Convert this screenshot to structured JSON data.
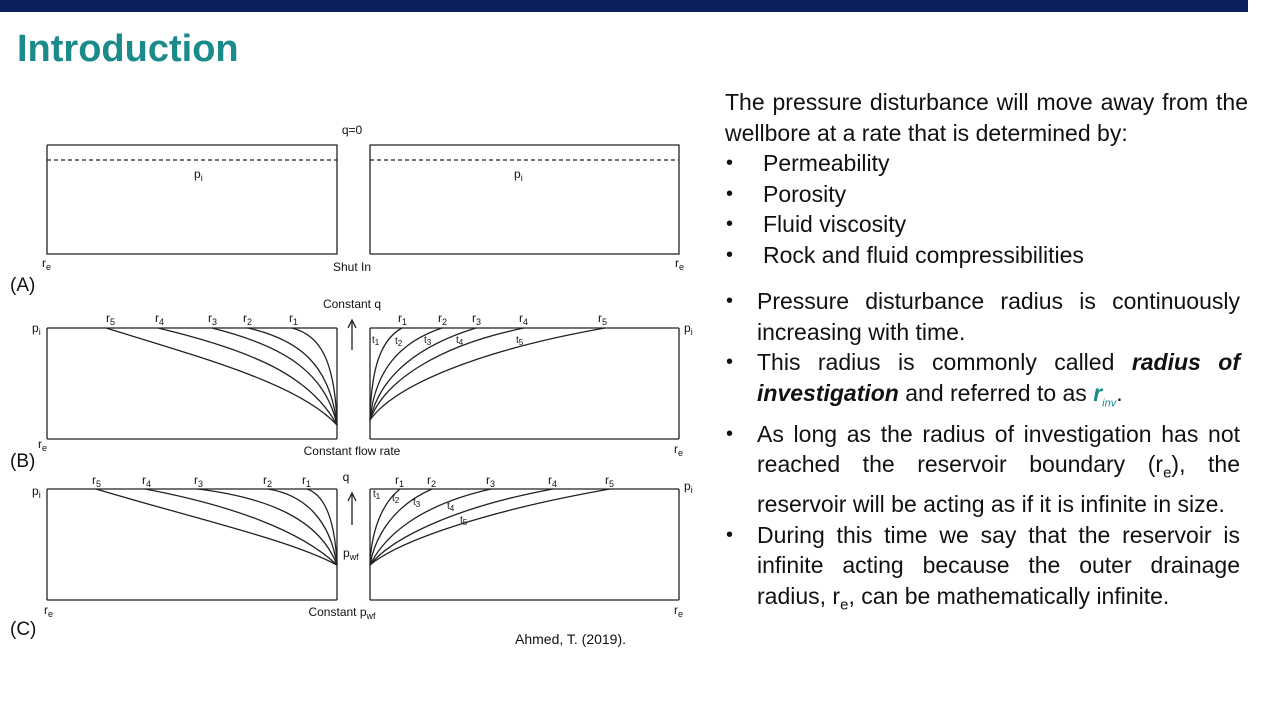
{
  "slide": {
    "title": "Introduction",
    "citation": "Ahmed, T. (2019).",
    "colors": {
      "top_bar": "#0a1f5c",
      "title": "#1a8a8a",
      "keyword": "#1a8a8a"
    }
  },
  "diagram": {
    "panels": [
      {
        "label": "(A)",
        "top_label": "q=0",
        "bottom_label": "Shut In",
        "pressure_label": "p",
        "pressure_sub": "i",
        "boundary": "r",
        "boundary_sub": "e"
      },
      {
        "label": "(B)",
        "top_label": "Constant q",
        "bottom_label": "Constant flow rate",
        "pressure_label": "p",
        "pressure_sub": "i",
        "boundary": "r",
        "boundary_sub": "e",
        "radii": [
          "5",
          "4",
          "3",
          "2",
          "1"
        ],
        "times": [
          "1",
          "2",
          "3",
          "4",
          "5"
        ]
      },
      {
        "label": "(C)",
        "top_label": "q",
        "bottom_label": "Constant p",
        "bottom_sub": "wf",
        "well_label": "p",
        "well_sub": "wf",
        "pressure_label": "p",
        "pressure_sub": "i",
        "boundary": "r",
        "boundary_sub": "e",
        "radii": [
          "5",
          "4",
          "3",
          "2",
          "1"
        ],
        "times": [
          "1",
          "2",
          "3",
          "4",
          "5"
        ]
      }
    ]
  },
  "text": {
    "intro": "The pressure disturbance will move away from the wellbore at a rate that is determined by:",
    "factors": [
      "Permeability",
      "Porosity",
      "Fluid viscosity",
      "Rock and fluid compressibilities"
    ],
    "bullet1": "Pressure disturbance radius is continuously increasing with time.",
    "bullet2": {
      "pre": "This radius is commonly called ",
      "keyword": "radius of investigation",
      "mid": " and referred to as ",
      "symbol": "r",
      "symbol_sub": "inv",
      "end": "."
    },
    "bullet3": {
      "pre": "As long as the radius of investigation has not reached the reservoir boundary (r",
      "sub": "e",
      "post": "), the reservoir will be acting as if it is infinite in size."
    },
    "bullet4": {
      "pre": "During this time we say that the reservoir is infinite acting because the outer drainage radius, r",
      "sub": "e",
      "post": ", can be mathematically infinite."
    }
  }
}
